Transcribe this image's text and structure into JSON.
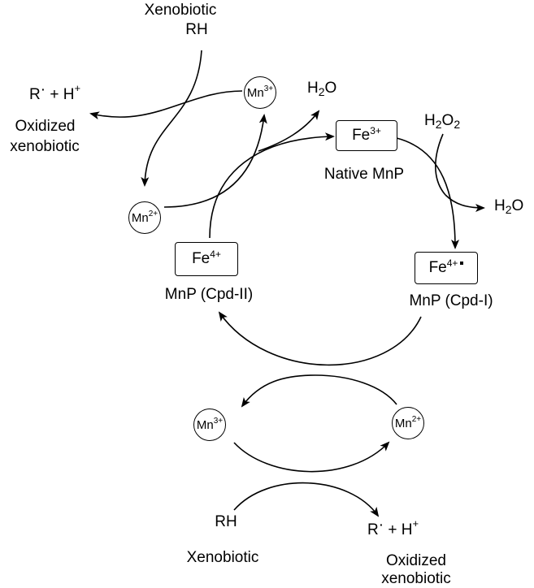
{
  "top_left": {
    "xenobiotic": "Xenobiotic",
    "rh": "RH",
    "radical_r": "R",
    "radical_plus": "+ H",
    "radical_plus_sup": "+",
    "oxidized_1": "Oxidized",
    "oxidized_2": "xenobiotic"
  },
  "mn3_top": {
    "base": "Mn",
    "sup": "3+"
  },
  "mn2_left": {
    "base": "Mn",
    "sup": "2+"
  },
  "h2o_top": {
    "base": "H",
    "sub": "2",
    "rest": "O"
  },
  "fe3": {
    "base": "Fe",
    "sup": "3+",
    "label": "Native MnP"
  },
  "h2o2": {
    "base": "H",
    "sub1": "2",
    "mid": "O",
    "sub2": "2"
  },
  "h2o_right": {
    "base": "H",
    "sub": "2",
    "rest": "O"
  },
  "fe4_radical": {
    "base": "Fe",
    "sup": "4+",
    "label": "MnP (Cpd-I)"
  },
  "fe4": {
    "base": "Fe",
    "sup": "4+",
    "label": "MnP (Cpd-II)"
  },
  "mn3_bottom": {
    "base": "Mn",
    "sup": "3+"
  },
  "mn2_bottom": {
    "base": "Mn",
    "sup": "2+"
  },
  "bottom": {
    "rh": "RH",
    "xenobiotic": "Xenobiotic",
    "radical_r": "R",
    "radical_plus": "+ H",
    "radical_plus_sup": "+",
    "oxidized_1": "Oxidized",
    "oxidized_2": "xenobiotic"
  }
}
